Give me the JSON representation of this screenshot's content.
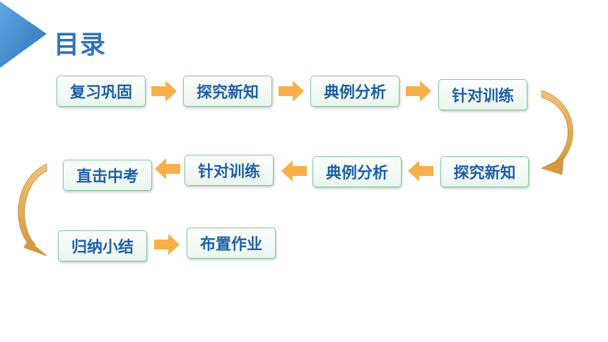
{
  "heading": "目录",
  "colors": {
    "accent": "#2e74b5",
    "step_text": "#1f5fa8",
    "step_border": "#7ec89a",
    "arrow_fill": "#f7b04a",
    "curve_fill": "#dca64e"
  },
  "flow": {
    "row1": [
      "复习巩固",
      "探究新知",
      "典例分析",
      "针对训练"
    ],
    "row2": [
      "探究新知",
      "典例分析",
      "针对训练",
      "直击中考"
    ],
    "row3": [
      "归纳小结",
      "布置作业"
    ]
  }
}
